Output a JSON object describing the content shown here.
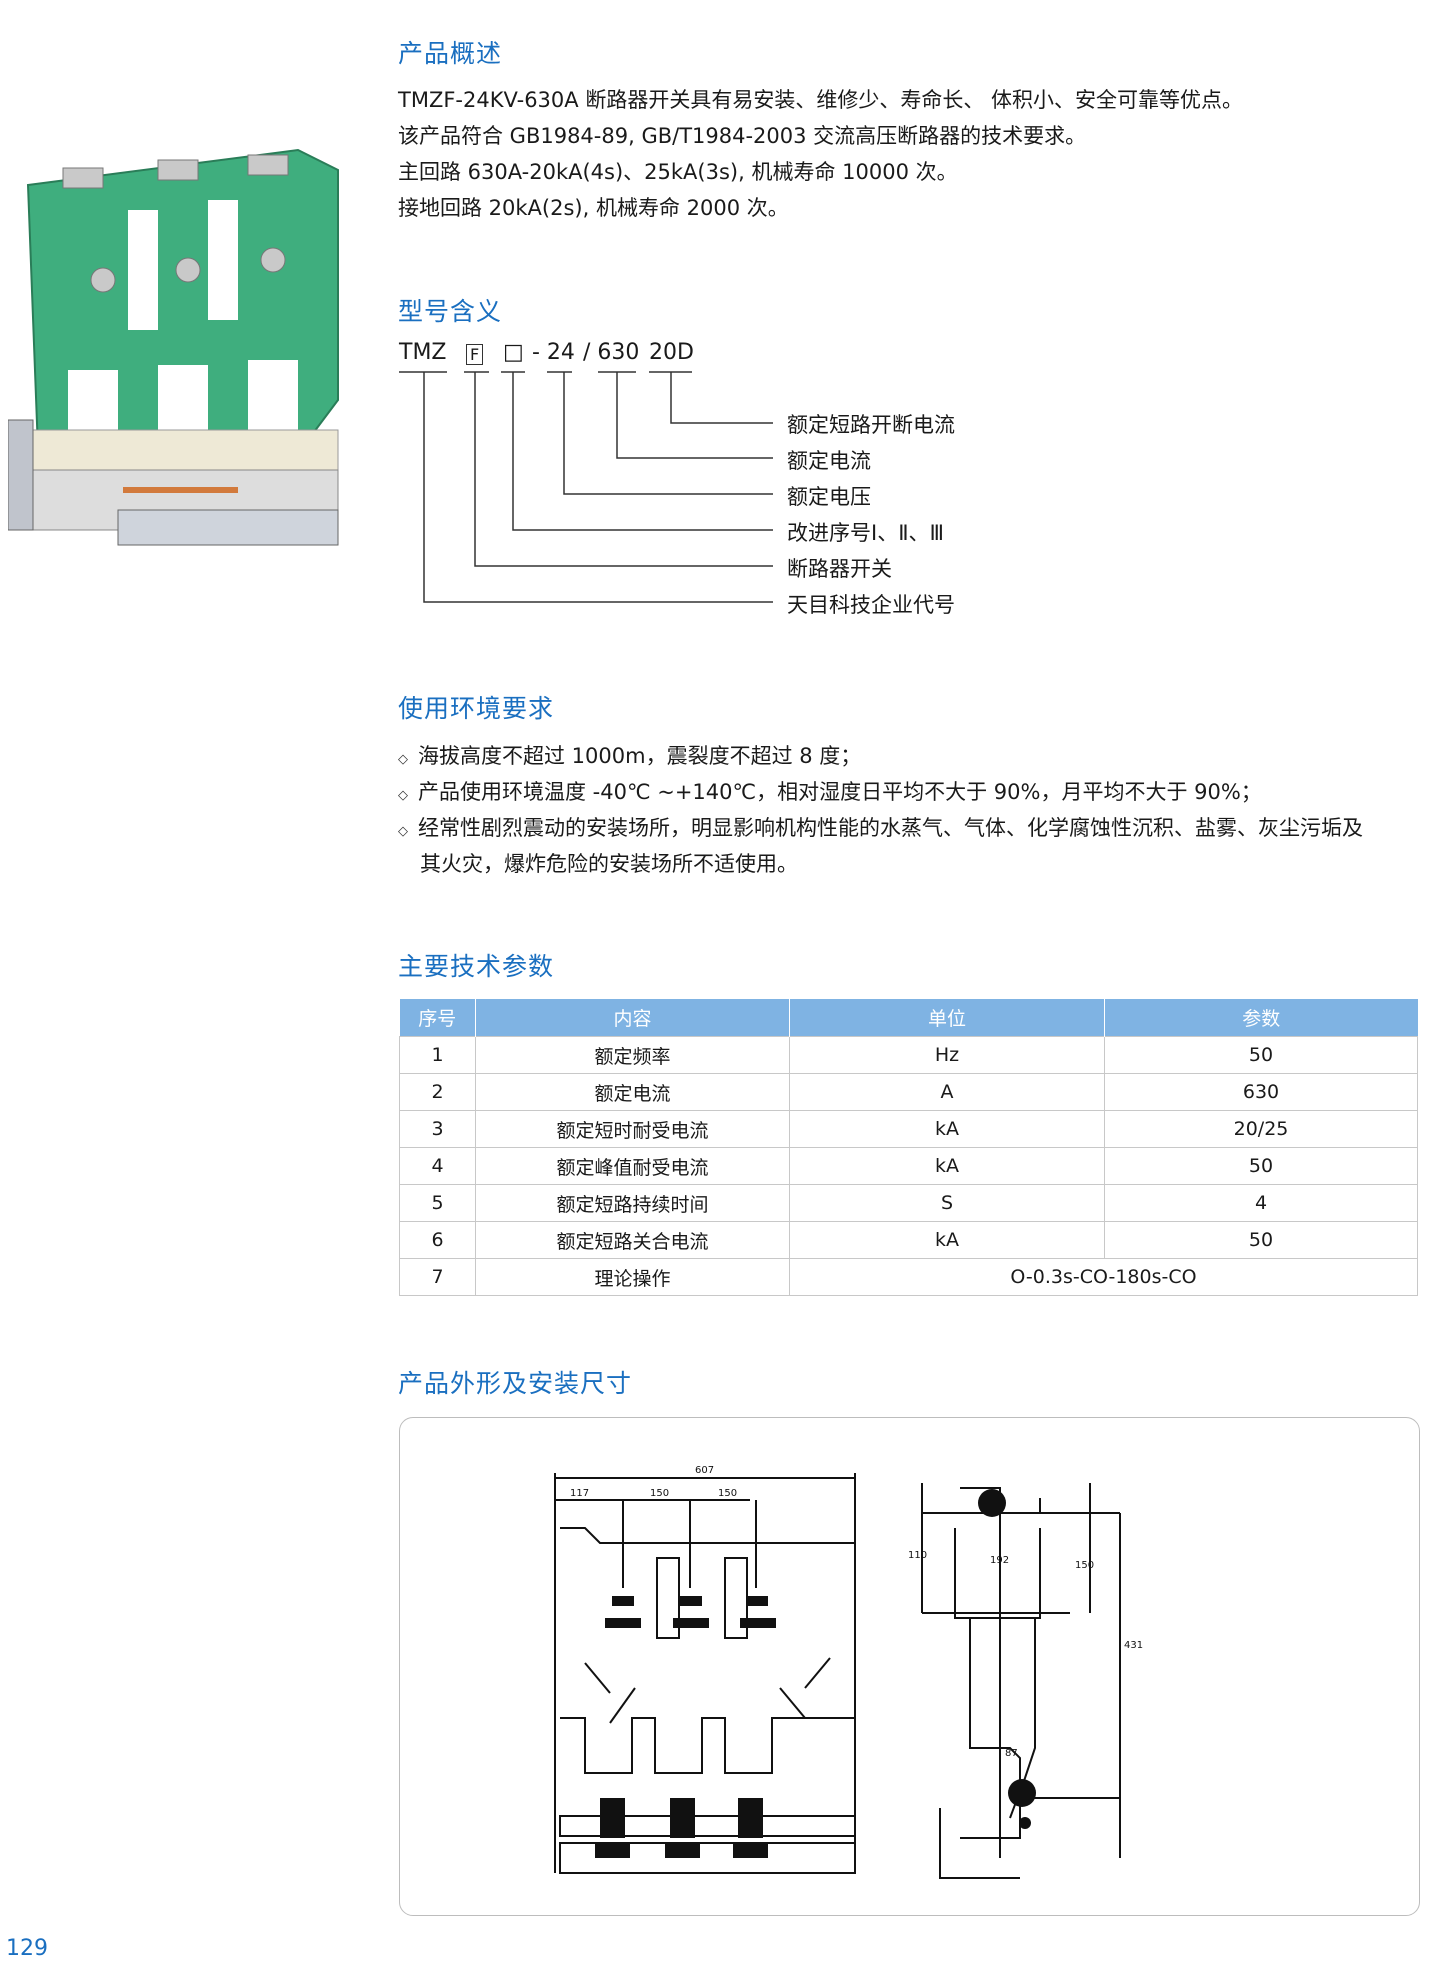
{
  "overview": {
    "heading": "产品概述",
    "lines": [
      "TMZF-24KV-630A 断路器开关具有易安装、维修少、寿命长、 体积小、安全可靠等优点。",
      "该产品符合 GB1984-89, GB/T1984-2003 交流高压断路器的技术要求。",
      "主回路 630A-20kA(4s)、25kA(3s), 机械寿命 10000 次。",
      "接地回路 20kA(2s), 机械寿命 2000 次。"
    ]
  },
  "model": {
    "heading": "型号含义",
    "code_parts": [
      "TMZ",
      "F",
      "□",
      "- 24",
      "/ 630",
      "20D"
    ],
    "meanings": [
      "额定短路开断电流",
      "额定电流",
      "额定电压",
      "改进序号Ⅰ、Ⅱ、Ⅲ",
      "断路器开关",
      "天目科技企业代号"
    ]
  },
  "environment": {
    "heading": "使用环境要求",
    "bullet_symbol": "◇",
    "items": [
      "海拔高度不超过 1000m，震裂度不超过 8 度；",
      "产品使用环境温度 -40℃ ~+140℃，相对湿度日平均不大于 90%，月平均不大于 90%；",
      "经常性剧烈震动的安装场所，明显影响机构性能的水蒸气、气体、化学腐蚀性沉积、盐雾、灰尘污垢及",
      "其火灾，爆炸危险的安装场所不适使用。"
    ]
  },
  "params": {
    "heading": "主要技术参数",
    "columns": [
      "序号",
      "内容",
      "单位",
      "参数"
    ],
    "rows": [
      [
        "1",
        "额定频率",
        "Hz",
        "50"
      ],
      [
        "2",
        "额定电流",
        "A",
        "630"
      ],
      [
        "3",
        "额定短时耐受电流",
        "kA",
        "20/25"
      ],
      [
        "4",
        "额定峰值耐受电流",
        "kA",
        "50"
      ],
      [
        "5",
        "额定短路持续时间",
        "S",
        "4"
      ],
      [
        "6",
        "额定短路关合电流",
        "kA",
        "50"
      ]
    ],
    "last_row": [
      "7",
      "理论操作",
      "O-0.3s-CO-180s-CO"
    ]
  },
  "dimensions": {
    "heading": "产品外形及安装尺寸",
    "front_dims": [
      "607",
      "117",
      "150",
      "150"
    ],
    "side_dims": [
      "110",
      "150",
      "192",
      "87",
      "431"
    ]
  },
  "page_number": "129",
  "colors": {
    "accent": "#1a6fc0",
    "table_header": "#7fb3e3",
    "board_green": "#3fae7e"
  }
}
